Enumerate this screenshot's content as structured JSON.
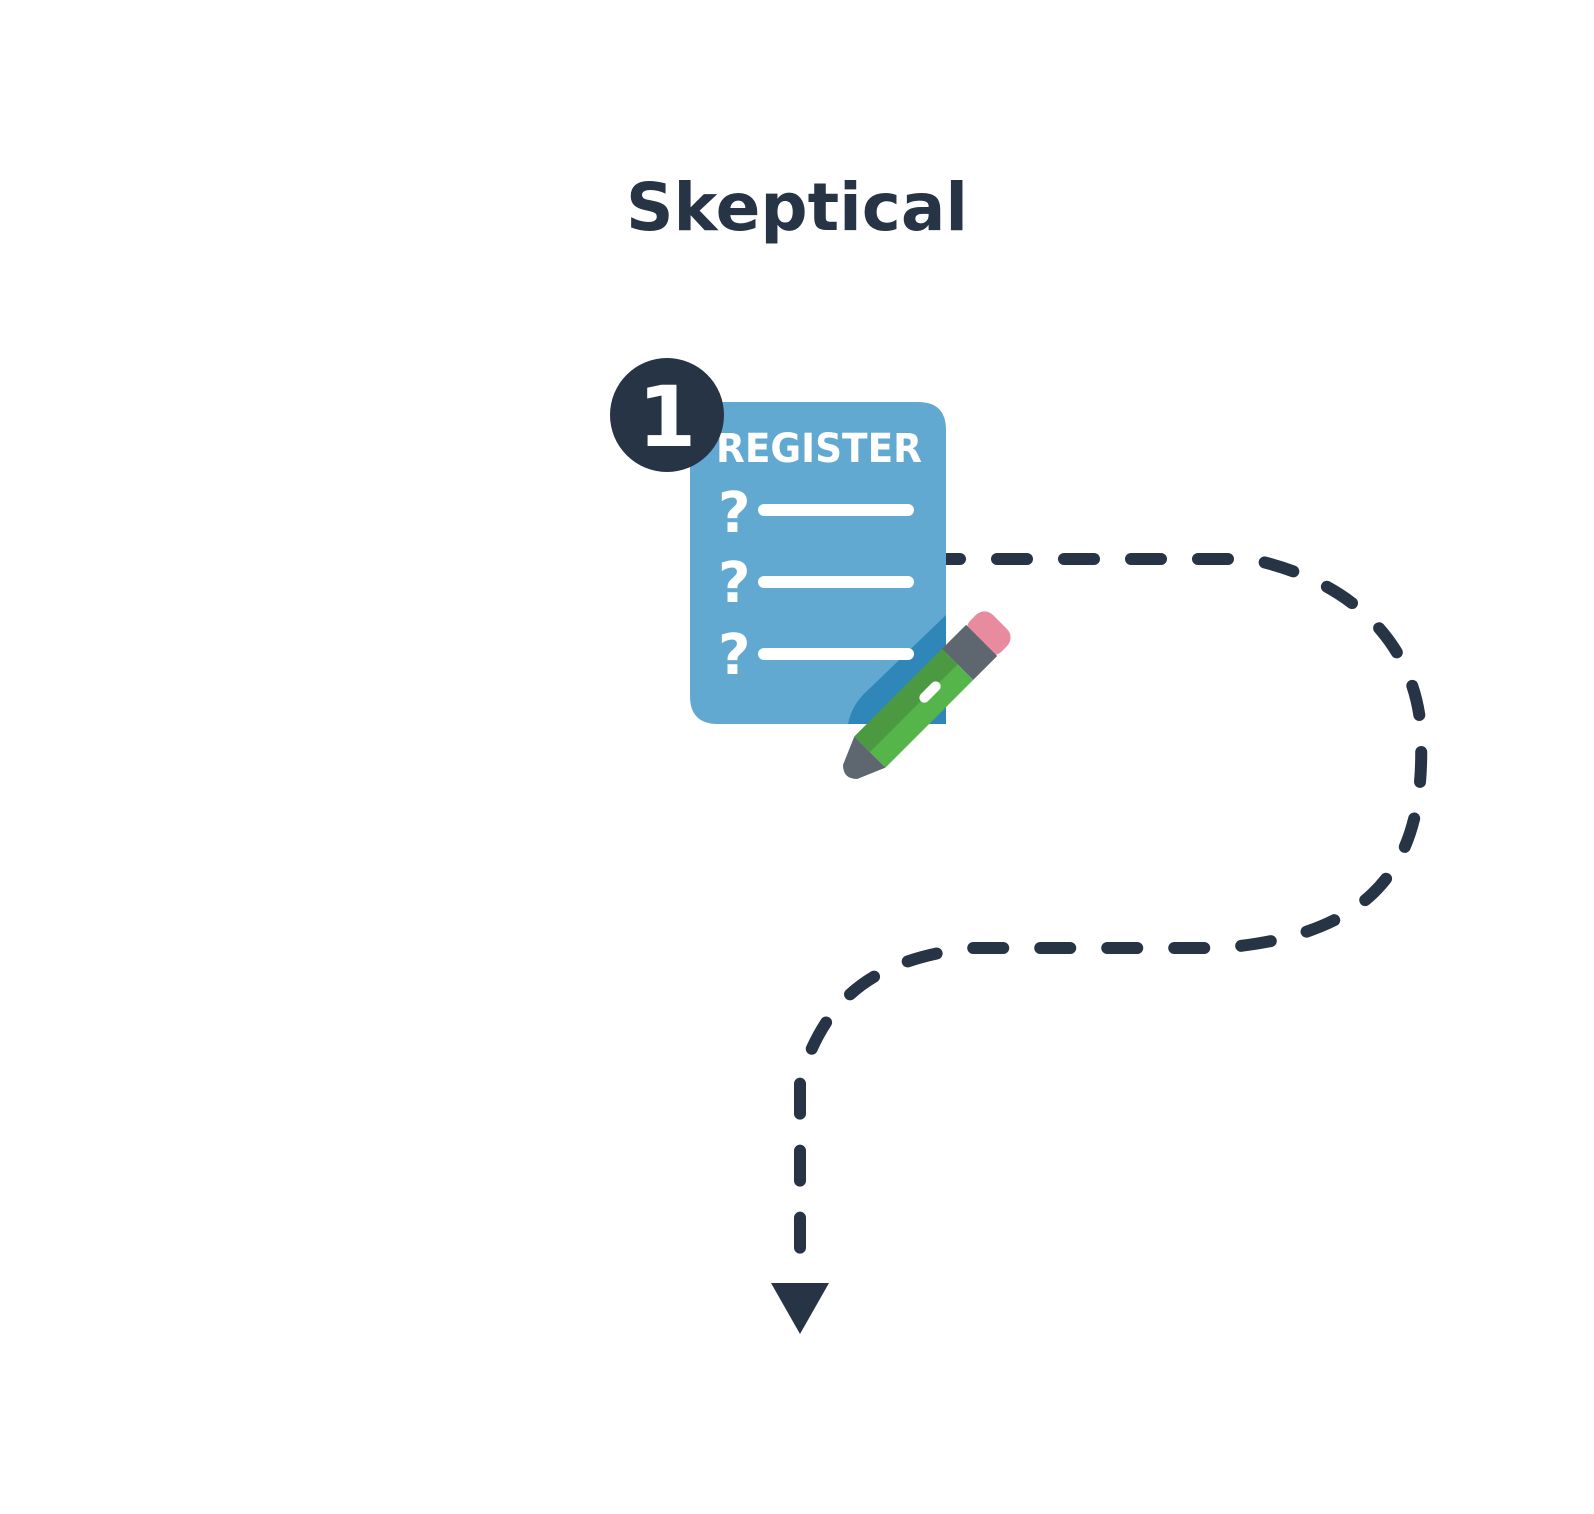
{
  "title": "Skeptical",
  "step": {
    "number": "1"
  },
  "register_card": {
    "heading": "REGISTER",
    "question_marks": [
      "?",
      "?",
      "?"
    ]
  },
  "icons": {
    "card": "register-form-icon",
    "pencil": "pencil-icon",
    "arrow": "arrow-down-icon"
  },
  "colors": {
    "dark": "#263446",
    "card_blue": "#62A9D1",
    "card_shadow": "#2E87B8",
    "pencil_green": "#55B54A",
    "pencil_dark_green": "#44833D",
    "pencil_gray": "#5E6670",
    "eraser_pink": "#E88B9E"
  }
}
